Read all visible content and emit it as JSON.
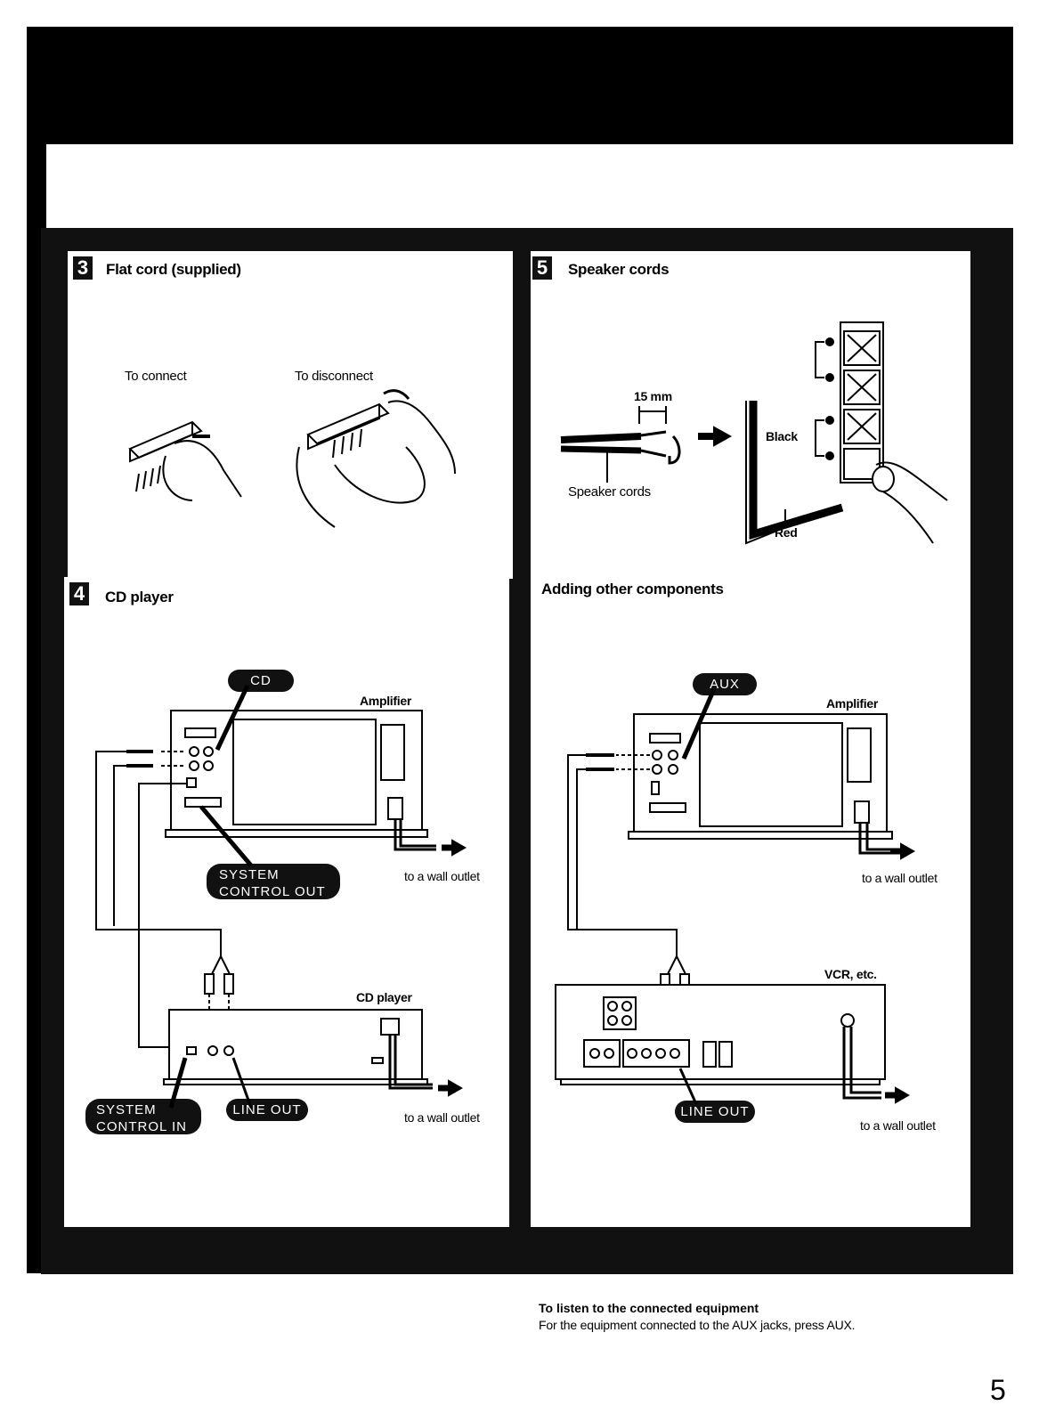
{
  "sections": {
    "flat_cord": {
      "number": "3",
      "title": "Flat cord (supplied)",
      "connect_label": "To connect",
      "disconnect_label": "To disconnect"
    },
    "speaker": {
      "number": "5",
      "title": "Speaker cords",
      "strip_length": "15 mm",
      "cords_label": "Speaker cords",
      "black_label": "Black",
      "red_label": "Red"
    },
    "cd": {
      "number": "4",
      "title": "CD player",
      "cd_jack": "CD",
      "amplifier": "Amplifier",
      "system_control_out": [
        "SYSTEM",
        "CONTROL OUT"
      ],
      "wall_outlet_1": "to a wall outlet",
      "cd_player_label": "CD player",
      "system_control_in": [
        "SYSTEM",
        "CONTROL IN"
      ],
      "line_out": "LINE OUT",
      "wall_outlet_2": "to a wall outlet"
    },
    "other": {
      "title": "Adding other components",
      "aux_jack": "AUX",
      "amplifier": "Amplifier",
      "wall_outlet_1": "to a wall outlet",
      "vcr_label": "VCR, etc.",
      "line_out": "LINE OUT",
      "wall_outlet_2": "to a wall outlet"
    }
  },
  "note": {
    "title": "To listen to the connected equipment",
    "body": "For the equipment connected to the AUX jacks, press AUX."
  },
  "page_number": "5"
}
